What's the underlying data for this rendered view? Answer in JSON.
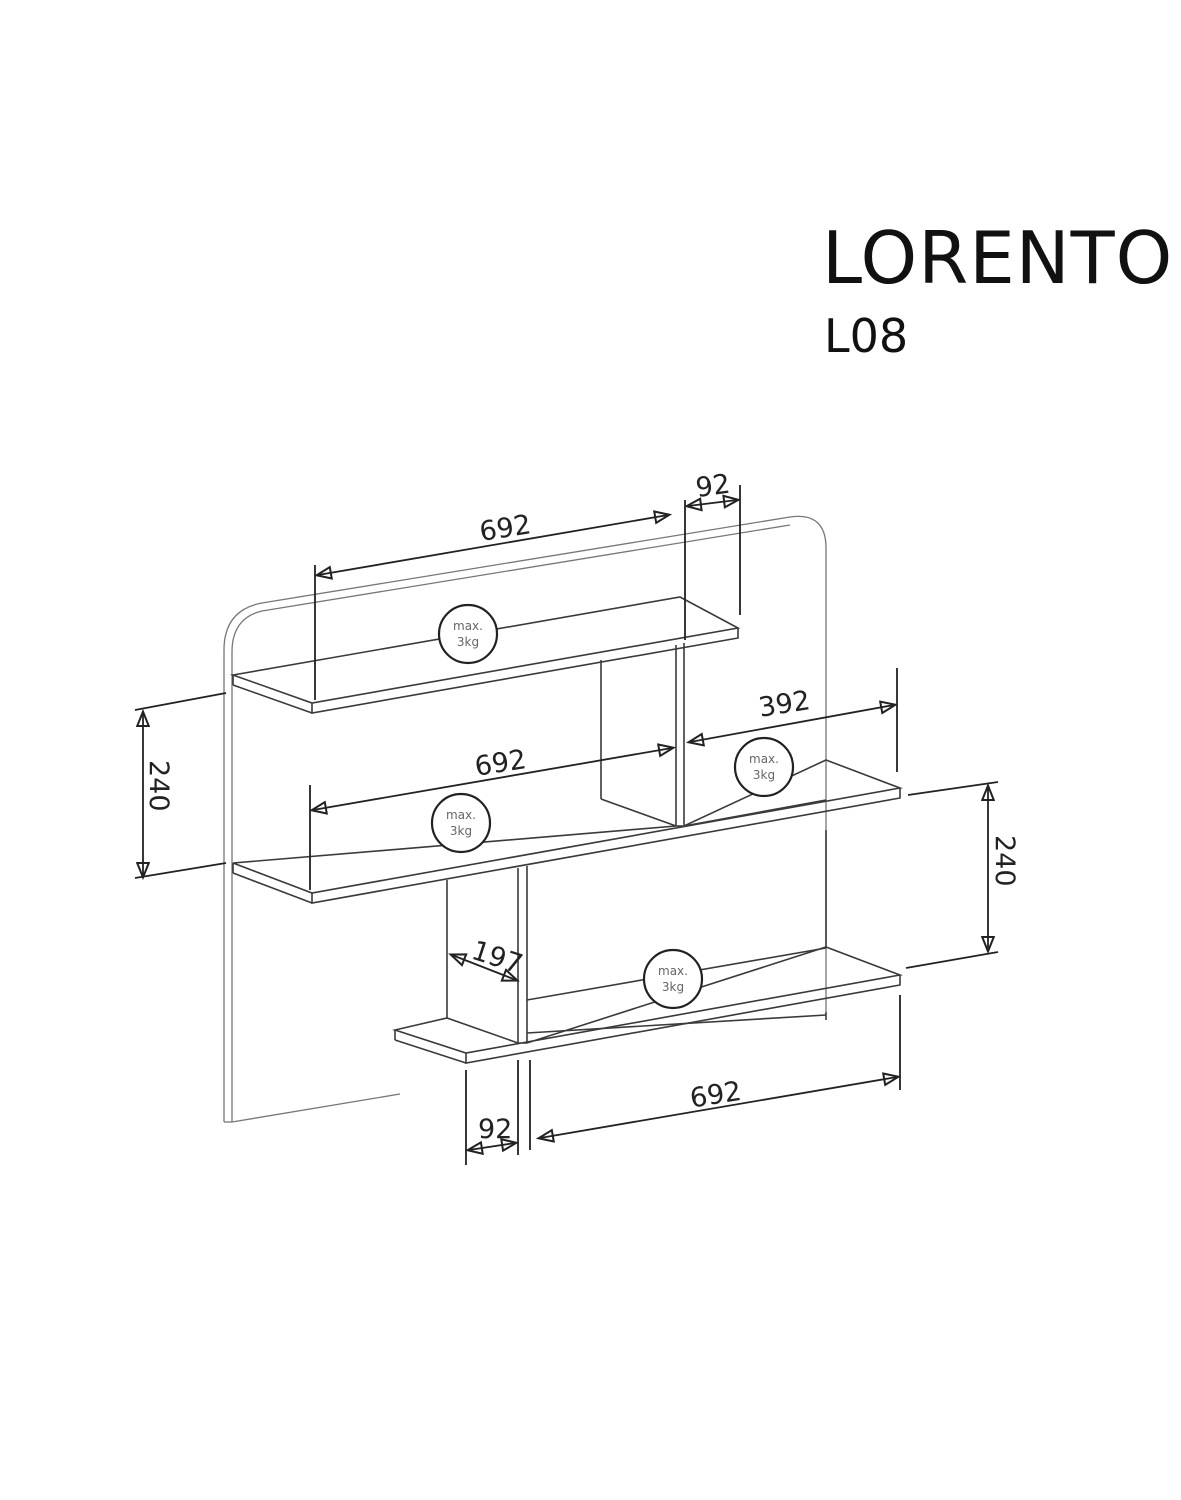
{
  "product": {
    "name": "LORENTO",
    "model": "L08"
  },
  "drawing": {
    "type": "wall shelf technical dimension drawing",
    "dimensions": {
      "top_shelf_length": "692",
      "top_shelf_depth": "92",
      "middle_left_shelf_length": "692",
      "middle_right_shelf_length": "392",
      "left_vertical_spacing": "240",
      "right_vertical_spacing": "240",
      "divider_depth": "197",
      "bottom_left_shelf_depth": "92",
      "bottom_shelf_length": "692"
    },
    "load_badges": [
      {
        "line1": "max.",
        "line2": "3kg",
        "position": "top-shelf"
      },
      {
        "line1": "max.",
        "line2": "3kg",
        "position": "middle-right-shelf"
      },
      {
        "line1": "max.",
        "line2": "3kg",
        "position": "middle-left-shelf"
      },
      {
        "line1": "max.",
        "line2": "3kg",
        "position": "bottom-shelf"
      }
    ]
  }
}
